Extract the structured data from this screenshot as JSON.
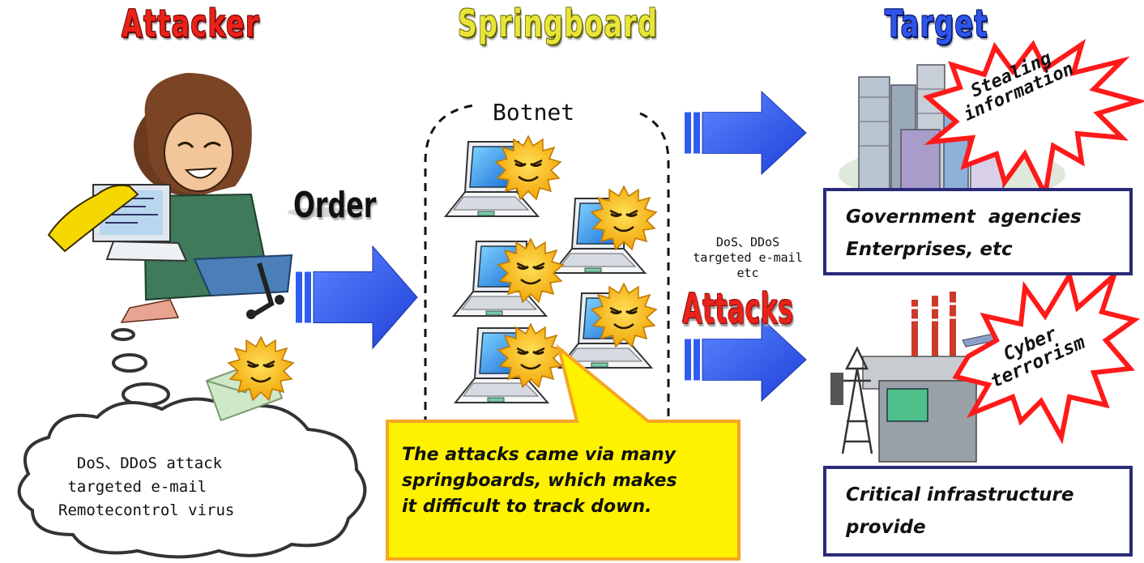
{
  "headings": {
    "attacker": "Attacker",
    "springboard": "Springboard",
    "target": "Target"
  },
  "flow": {
    "order": "Order",
    "attacks": "Attacks",
    "attack_note": [
      "DoS、DDoS",
      "targeted e-mail",
      "etc"
    ]
  },
  "botnet": {
    "label": "Botnet"
  },
  "attacker_methods": [
    "  DoS、DDoS attack",
    " targeted e-mail",
    "Remotecontrol virus"
  ],
  "callout": {
    "lines": [
      "The attacks came via many",
      "springboards, which makes",
      "it difficult to track down."
    ]
  },
  "targets": {
    "gov": {
      "lines": [
        "Government  agencies",
        "Enterprises, etc"
      ],
      "burst": [
        "Stealing",
        "information"
      ]
    },
    "infra": {
      "lines": [
        "Critical infrastructure",
        "provide"
      ],
      "burst": [
        "Cyber",
        "terrorism"
      ]
    }
  },
  "icons": {
    "attacker_figure": "hacker-figure",
    "laptop": "laptop-icon",
    "virus": "virus-sun-icon",
    "mail": "envelope-icon",
    "city": "buildings-icon",
    "factory": "factory-icon",
    "arrow": "arrow-icon"
  },
  "colors": {
    "arrow": "#2f5cf0",
    "attacker": "#e8231a",
    "springboard": "#e8e43a",
    "target": "#2e55e8",
    "callout_bg": "#fff200",
    "callout_border": "#f5a623",
    "burst": "#ff1a1a"
  }
}
